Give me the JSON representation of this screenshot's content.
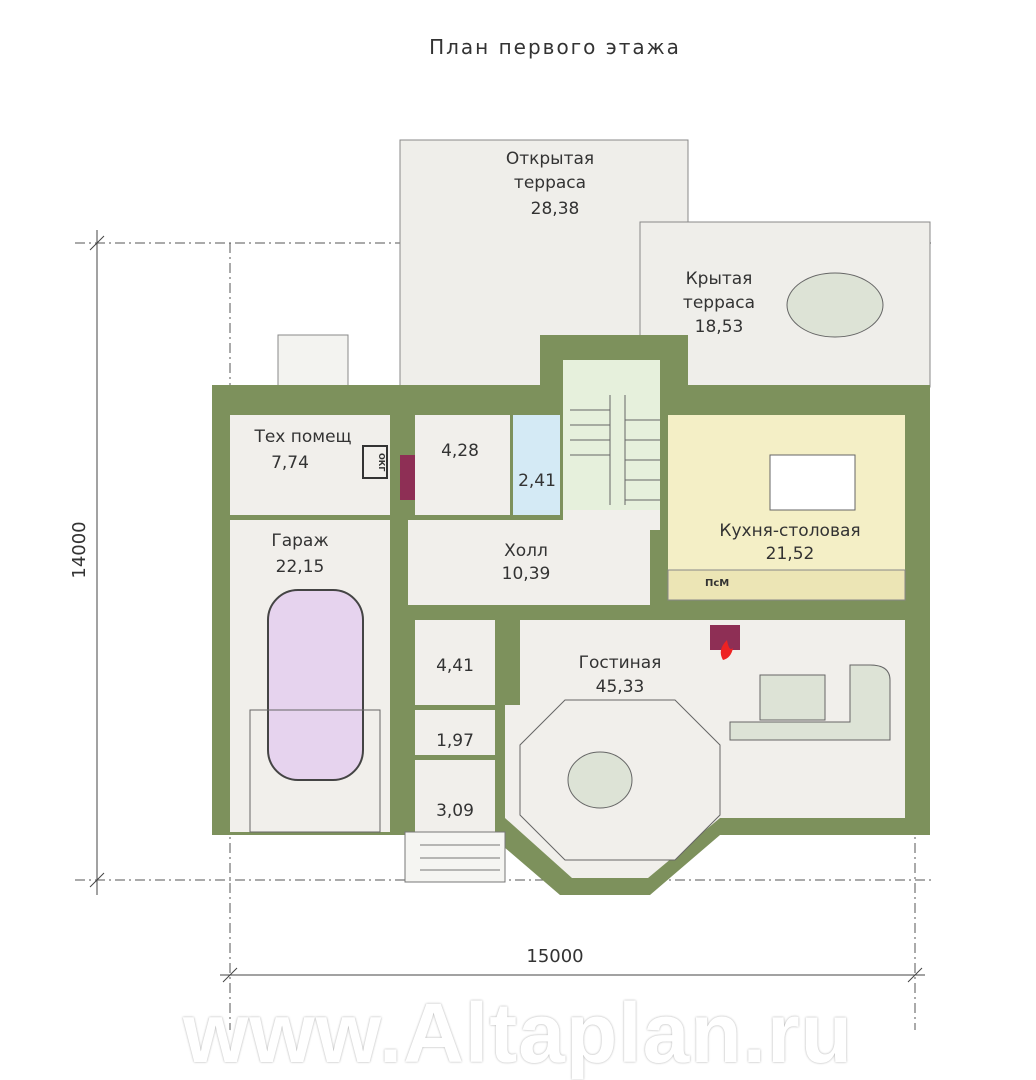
{
  "title": "План первого этажа",
  "dimensions": {
    "height": "14000",
    "width": "15000"
  },
  "rooms": {
    "open_terrace": {
      "name": "Открытая\nтерраса",
      "name1": "Открытая",
      "name2": "терраса",
      "area": "28,38"
    },
    "covered_terrace": {
      "name1": "Крытая",
      "name2": "терраса",
      "area": "18,53"
    },
    "tech": {
      "name": "Тех помещ",
      "area": "7,74"
    },
    "garage": {
      "name": "Гараж",
      "area": "22,15"
    },
    "bath": {
      "area": "4,28"
    },
    "wc": {
      "area": "2,41"
    },
    "hall": {
      "name": "Холл",
      "area": "10,39"
    },
    "kitchen": {
      "name": "Кухня-столовая",
      "area": "21,52"
    },
    "living": {
      "name": "Гостиная",
      "area": "45,33"
    },
    "small1": {
      "area": "4,41"
    },
    "small2": {
      "area": "1,97"
    },
    "small3": {
      "area": "3,09"
    }
  },
  "appliance_labels": {
    "boiler": "ОКГ",
    "dishwasher": "ПсМ"
  },
  "watermark": "www.Altaplan.ru",
  "colors": {
    "wall": "#7d915c",
    "kitchen": "#f4efc6",
    "floor": "#f1efeb",
    "wc": "#d4eaf5",
    "stair": "#e6f0dc",
    "car": "#e6d3ee"
  }
}
